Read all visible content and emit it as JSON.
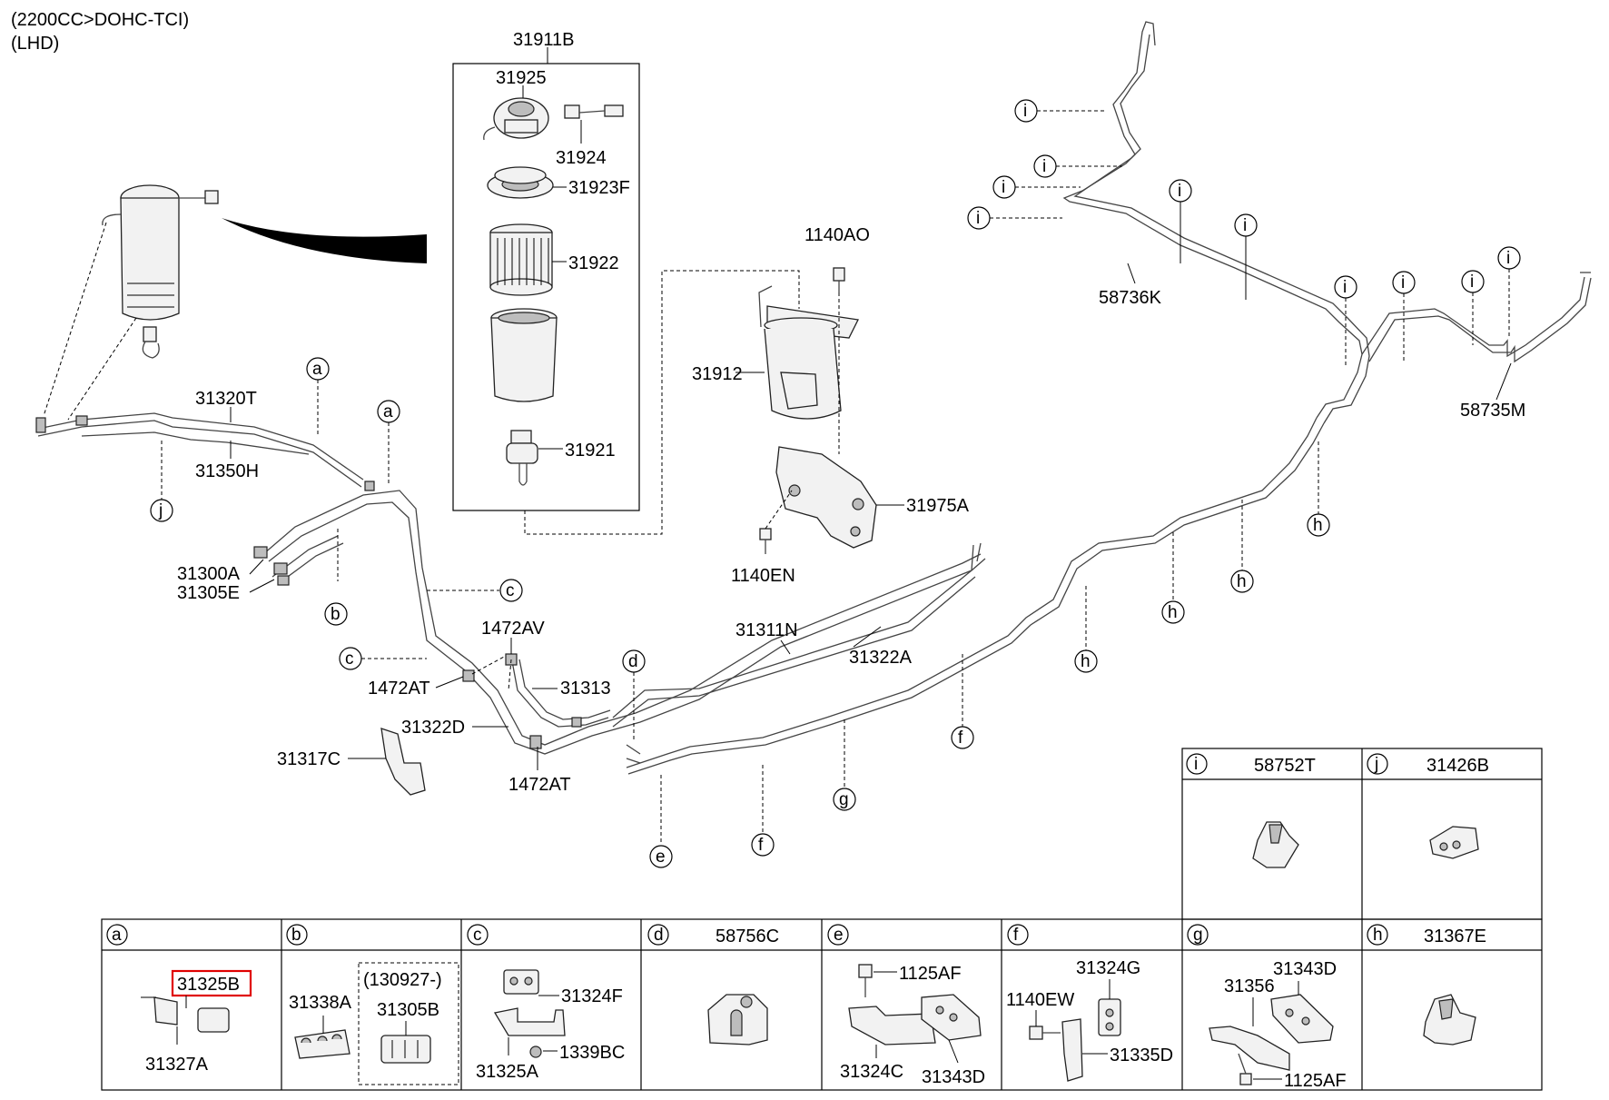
{
  "header": {
    "line1": "(2200CC>DOHC-TCI)",
    "line2": "(LHD)"
  },
  "parts": {
    "p31911B": "31911B",
    "p31925": "31925",
    "p31924": "31924",
    "p31923F": "31923F",
    "p31922": "31922",
    "p31921": "31921",
    "p1140AO": "1140AO",
    "p31912": "31912",
    "p31975A": "31975A",
    "p1140EN": "1140EN",
    "p58736K": "58736K",
    "p58735M": "58735M",
    "p31320T": "31320T",
    "p31350H": "31350H",
    "p31300A": "31300A",
    "p31305E": "31305E",
    "p1472AV": "1472AV",
    "p1472AT_1": "1472AT",
    "p31313": "31313",
    "p31322D": "31322D",
    "p1472AT_2": "1472AT",
    "p31317C": "31317C",
    "p31311N": "31311N",
    "p31322A": "31322A"
  },
  "callouts": {
    "a": "a",
    "b": "b",
    "c": "c",
    "d": "d",
    "e": "e",
    "f": "f",
    "g": "g",
    "h": "h",
    "i": "i",
    "j": "j"
  },
  "legend": {
    "i": {
      "letter": "i",
      "part": "58752T"
    },
    "j": {
      "letter": "j",
      "part": "31426B"
    },
    "a": {
      "letter": "a",
      "parts": [
        "31325B",
        "31327A"
      ]
    },
    "b": {
      "letter": "b",
      "parts": [
        "31338A",
        "(130927-)",
        "31305B"
      ]
    },
    "c": {
      "letter": "c",
      "parts": [
        "31324F",
        "31325A",
        "1339BC"
      ]
    },
    "d": {
      "letter": "d",
      "part": "58756C"
    },
    "e": {
      "letter": "e",
      "parts": [
        "1125AF",
        "31324C",
        "31343D"
      ]
    },
    "f": {
      "letter": "f",
      "parts": [
        "31324G",
        "1140EW",
        "31335D"
      ]
    },
    "g": {
      "letter": "g",
      "parts": [
        "31343D",
        "31356",
        "1125AF"
      ]
    },
    "h": {
      "letter": "h",
      "part": "31367E"
    }
  },
  "highlight_color": "#e00000"
}
